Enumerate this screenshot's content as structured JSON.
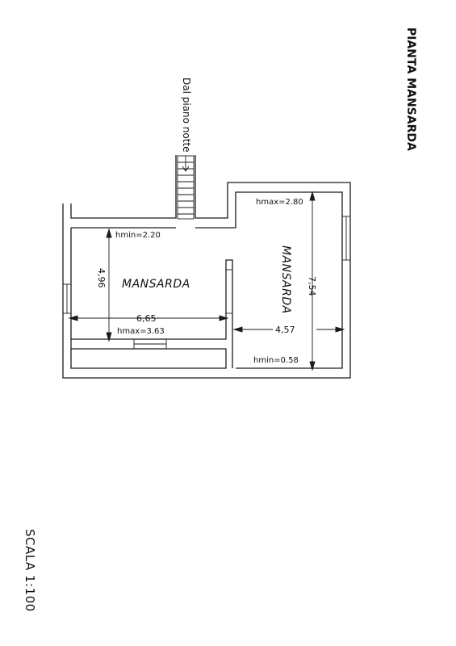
{
  "title": "PIANTA MANSARDA",
  "scale": "SCALA 1:100",
  "stair_note": "Dal piano notte",
  "rooms": {
    "left_name": "MANSARDA",
    "right_name": "MANSARDA"
  },
  "heights": {
    "hmin_left": "hmin=2.20",
    "hmax_right": "hmax=2.80",
    "hmax_left": "hmax=3.63",
    "hmin_right": "hmin=0.58"
  },
  "dimensions": {
    "left_depth": "4,96",
    "left_width": "6,65",
    "right_depth": "7,54",
    "right_width": "4,57"
  },
  "line_color": "#1a1a1a"
}
